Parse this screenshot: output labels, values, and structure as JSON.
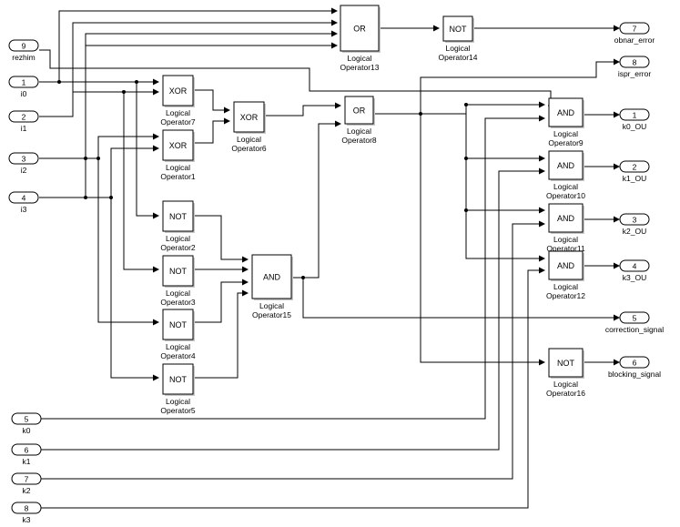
{
  "inputs": [
    {
      "id": "in-9",
      "number": "9",
      "label": "rezhim"
    },
    {
      "id": "in-1",
      "number": "1",
      "label": "i0"
    },
    {
      "id": "in-2",
      "number": "2",
      "label": "i1"
    },
    {
      "id": "in-3",
      "number": "3",
      "label": "i2"
    },
    {
      "id": "in-4",
      "number": "4",
      "label": "i3"
    },
    {
      "id": "in-5",
      "number": "5",
      "label": "k0"
    },
    {
      "id": "in-6",
      "number": "6",
      "label": "k1"
    },
    {
      "id": "in-7",
      "number": "7",
      "label": "k2"
    },
    {
      "id": "in-8",
      "number": "8",
      "label": "k3"
    }
  ],
  "outputs": [
    {
      "id": "out-7",
      "number": "7",
      "label": "obnar_error"
    },
    {
      "id": "out-8",
      "number": "8",
      "label": "ispr_error"
    },
    {
      "id": "out-1",
      "number": "1",
      "label": "k0_OU"
    },
    {
      "id": "out-2",
      "number": "2",
      "label": "k1_OU"
    },
    {
      "id": "out-3",
      "number": "3",
      "label": "k2_OU"
    },
    {
      "id": "out-4",
      "number": "4",
      "label": "k3_OU"
    },
    {
      "id": "out-5",
      "number": "5",
      "label": "correction_signal"
    },
    {
      "id": "out-6",
      "number": "6",
      "label": "blocking_signal"
    }
  ],
  "blocks": [
    {
      "id": "op7",
      "op": "XOR",
      "name1": "Logical",
      "name2": "Operator7"
    },
    {
      "id": "op1",
      "op": "XOR",
      "name1": "Logical",
      "name2": "Operator1"
    },
    {
      "id": "op6",
      "op": "XOR",
      "name1": "Logical",
      "name2": "Operator6"
    },
    {
      "id": "op13",
      "op": "OR",
      "name1": "Logical",
      "name2": "Operator13"
    },
    {
      "id": "op14",
      "op": "NOT",
      "name1": "Logical",
      "name2": "Operator14"
    },
    {
      "id": "op8",
      "op": "OR",
      "name1": "Logical",
      "name2": "Operator8"
    },
    {
      "id": "op2",
      "op": "NOT",
      "name1": "Logical",
      "name2": "Operator2"
    },
    {
      "id": "op3",
      "op": "NOT",
      "name1": "Logical",
      "name2": "Operator3"
    },
    {
      "id": "op4",
      "op": "NOT",
      "name1": "Logical",
      "name2": "Operator4"
    },
    {
      "id": "op5",
      "op": "NOT",
      "name1": "Logical",
      "name2": "Operator5"
    },
    {
      "id": "op15",
      "op": "AND",
      "name1": "Logical",
      "name2": "Operator15"
    },
    {
      "id": "op9",
      "op": "AND",
      "name1": "Logical",
      "name2": "Operator9"
    },
    {
      "id": "op10",
      "op": "AND",
      "name1": "Logical",
      "name2": "Operator10"
    },
    {
      "id": "op11",
      "op": "AND",
      "name1": "Logical",
      "name2": "Operator11"
    },
    {
      "id": "op12",
      "op": "AND",
      "name1": "Logical",
      "name2": "Operator12"
    },
    {
      "id": "op16",
      "op": "NOT",
      "name1": "Logical",
      "name2": "Operator16"
    }
  ]
}
